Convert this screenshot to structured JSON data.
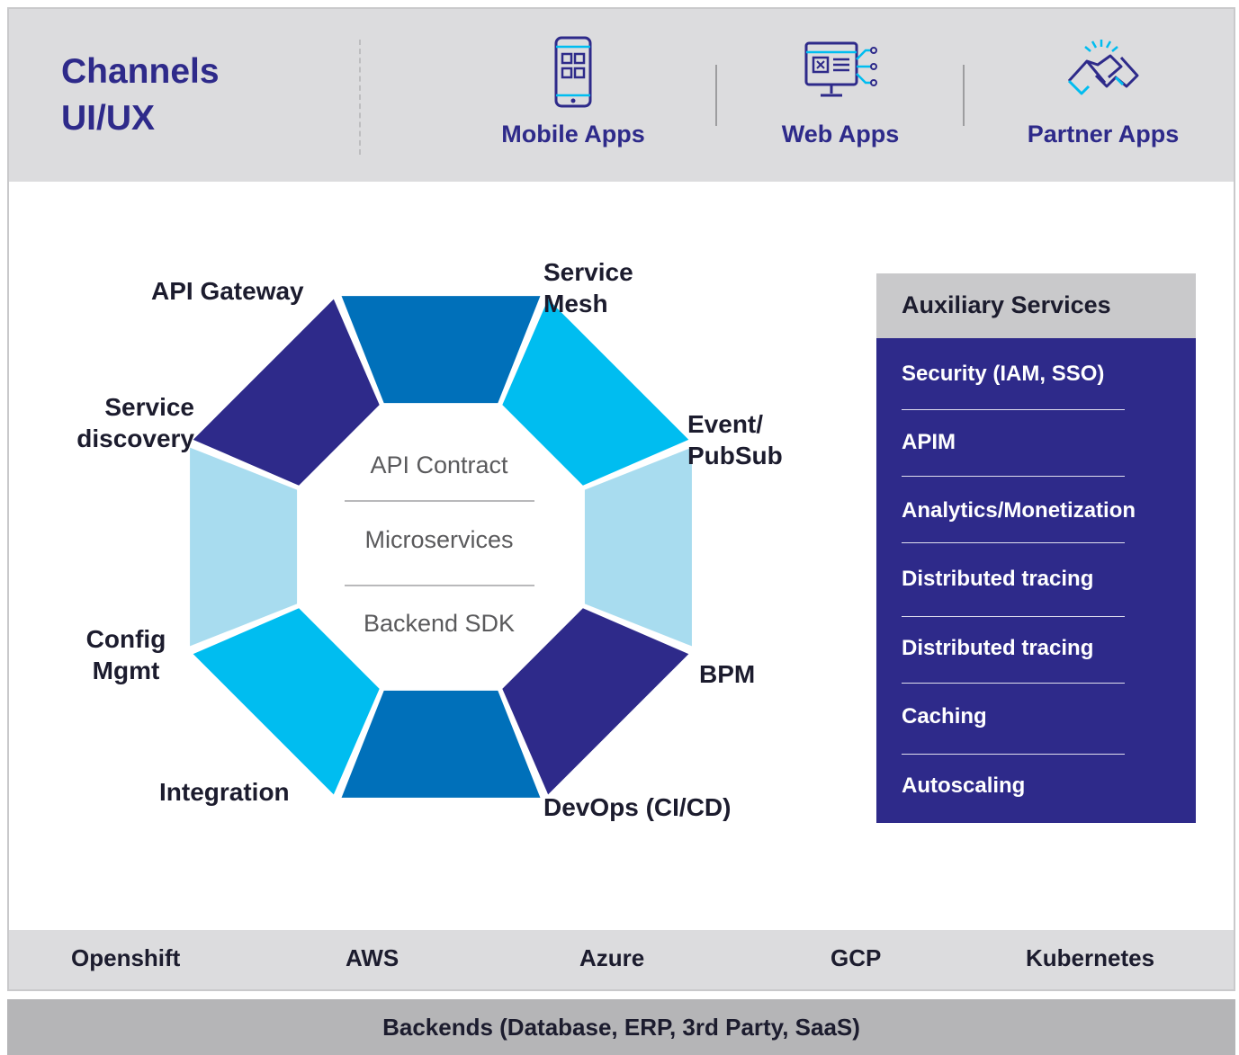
{
  "channels": {
    "title_line1": "Channels",
    "title_line2": "UI/UX",
    "apps": [
      {
        "label": "Mobile Apps",
        "icon": "mobile-app-icon"
      },
      {
        "label": "Web Apps",
        "icon": "web-app-icon"
      },
      {
        "label": "Partner Apps",
        "icon": "handshake-icon"
      }
    ]
  },
  "core": {
    "center_items": [
      "API Contract",
      "Microservices",
      "Backend SDK"
    ],
    "segments": [
      {
        "label_lines": [
          "API Gateway"
        ],
        "color": "#2e2a8a"
      },
      {
        "label_lines": [
          "Service",
          "Mesh"
        ],
        "color": "#0070ba"
      },
      {
        "label_lines": [
          "Event/",
          "PubSub"
        ],
        "color": "#00bdf0"
      },
      {
        "label_lines": [
          "BPM"
        ],
        "color": "#a8dcef"
      },
      {
        "label_lines": [
          "DevOps (CI/CD)"
        ],
        "color": "#2e2a8a"
      },
      {
        "label_lines": [
          "Integration"
        ],
        "color": "#0070ba"
      },
      {
        "label_lines": [
          "Config",
          "Mgmt"
        ],
        "color": "#00bdf0"
      },
      {
        "label_lines": [
          "Service",
          "discovery"
        ],
        "color": "#a8dcef"
      }
    ]
  },
  "auxiliary": {
    "title": "Auxiliary Services",
    "items": [
      "Security (IAM, SSO)",
      "APIM",
      "Analytics/Monetization",
      "Distributed tracing",
      "Distributed tracing",
      "Caching",
      "Autoscaling"
    ]
  },
  "platforms": [
    "Openshift",
    "AWS",
    "Azure",
    "GCP",
    "Kubernetes"
  ],
  "backends": "Backends (Database, ERP, 3rd Party, SaaS)",
  "colors": {
    "brand_navy": "#2e2a8a",
    "blue": "#0070ba",
    "cyan": "#00bdf0",
    "light_blue": "#a8dcef",
    "band_gray": "#dcdcde",
    "backend_gray": "#b5b5b7"
  }
}
